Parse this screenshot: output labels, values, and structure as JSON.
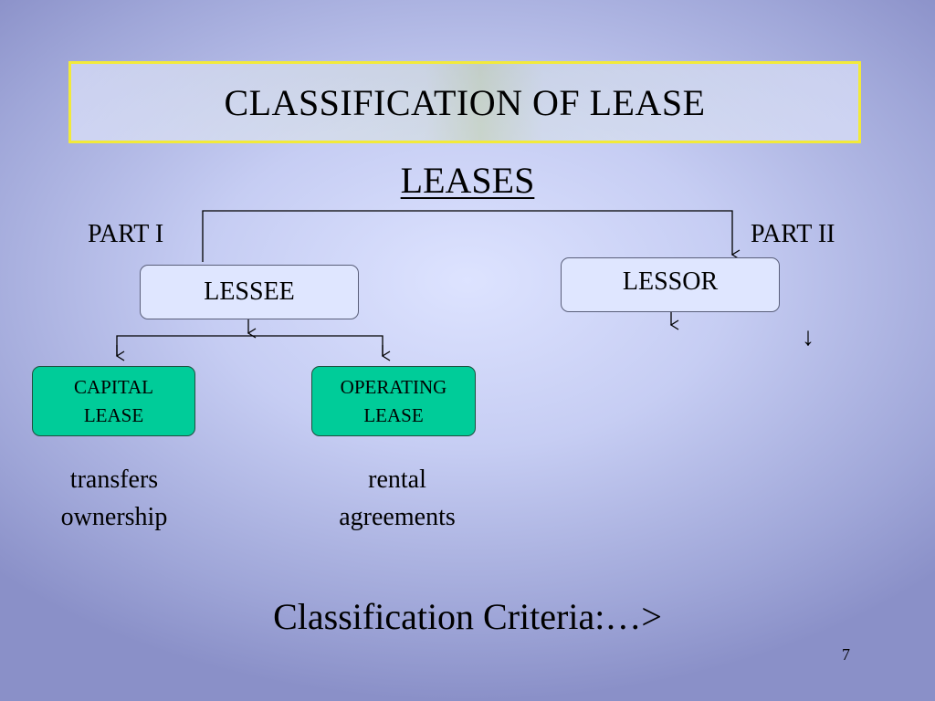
{
  "slide": {
    "title": "CLASSIFICATION OF LEASE",
    "root": "LEASES",
    "part1_label": "PART I",
    "part2_label": "PART II",
    "lessee": "LESSEE",
    "lessor": "LESSOR",
    "capital_lease": {
      "line1": "CAPITAL",
      "line2": "LEASE"
    },
    "operating_lease": {
      "line1": "OPERATING",
      "line2": "LEASE"
    },
    "capital_desc": {
      "line1": "transfers",
      "line2": "ownership"
    },
    "operating_desc": {
      "line1": "rental",
      "line2": "agreements"
    },
    "criteria": "Classification Criteria:…>",
    "page_number": "7",
    "stray_arrow": "↓"
  },
  "colors": {
    "title_border": "#f2ea3a",
    "node_fill": "#dfe6ff",
    "lease_type_fill": "#00cc99"
  }
}
